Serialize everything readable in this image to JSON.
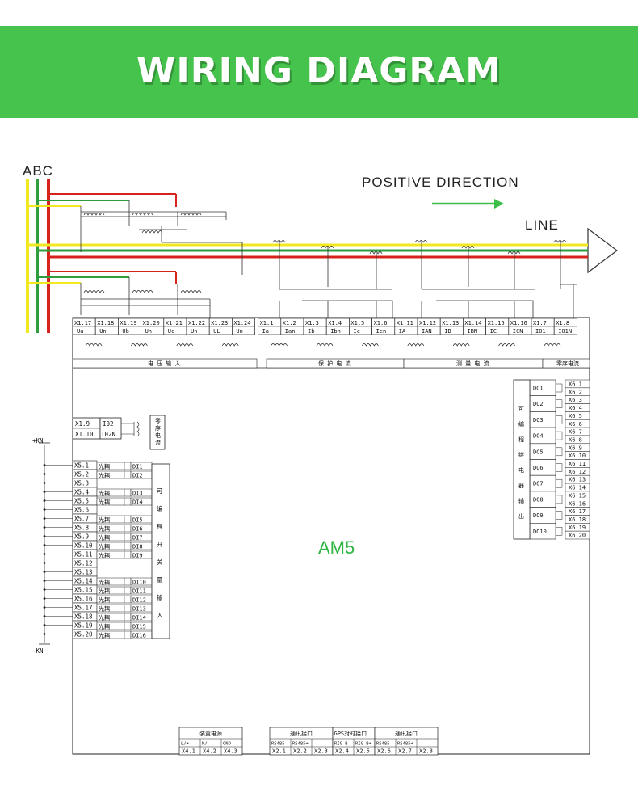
{
  "banner": {
    "title": "WIRING DIAGRAM"
  },
  "labels": {
    "phases": "ABC",
    "positive_direction": "POSITIVE DIRECTION",
    "line": "LINE",
    "device": "AM5",
    "plus_kn": "+KN",
    "minus_kn": "-KN"
  },
  "top_terminals": [
    "X1.17",
    "X1.18",
    "X1.19",
    "X1.20",
    "X1.21",
    "X1.22",
    "X1.23",
    "X1.24",
    "X1.1",
    "X1.2",
    "X1.3",
    "X1.4",
    "X1.5",
    "X1.6",
    "X1.11",
    "X1.12",
    "X1.13",
    "X1.14",
    "X1.15",
    "X1.16",
    "X1.7",
    "X1.8"
  ],
  "top_signals": [
    "Ua",
    "Un",
    "Ub",
    "Un",
    "Uc",
    "Un",
    "UL",
    "Un",
    "Ia",
    "Ian",
    "Ib",
    "Ibn",
    "Ic",
    "Icn",
    "IA",
    "IAN",
    "IB",
    "IBN",
    "IC",
    "ICN",
    "I01",
    "I01N"
  ],
  "groups": [
    "电 压 输 入",
    "保 护 电 流",
    "测 量 电 流",
    "零序电流"
  ],
  "zero_seq": {
    "t1": "X1.9",
    "t2": "X1.10",
    "s1": "I02",
    "s2": "I02N",
    "label": "零序电流"
  },
  "di_terminals": [
    "X5.1",
    "X5.2",
    "X5.3",
    "X5.4",
    "X5.5",
    "X5.6",
    "X5.7",
    "X5.8",
    "X5.9",
    "X5.10",
    "X5.11",
    "X5.12",
    "X5.13",
    "X5.14",
    "X5.15",
    "X5.16",
    "X5.17",
    "X5.18",
    "X5.19",
    "X5.20"
  ],
  "di_inputs": [
    "DI1",
    "DI2",
    "DI3",
    "DI4",
    "DI5",
    "DI6",
    "DI7",
    "DI8",
    "DI9",
    "DI10",
    "DI11",
    "DI12",
    "DI13",
    "DI14",
    "DI15",
    "DI16"
  ],
  "di_coupler": "光耦",
  "di_title": [
    "可",
    "编",
    "程",
    "开",
    "关",
    "量",
    "输",
    "入"
  ],
  "do_outputs": [
    "DO1",
    "DO2",
    "DO3",
    "DO4",
    "DO5",
    "DO6",
    "DO7",
    "DO8",
    "DO9",
    "DO10"
  ],
  "do_terminals": [
    "X6.1",
    "X6.2",
    "X6.3",
    "X6.4",
    "X6.5",
    "X6.6",
    "X6.7",
    "X6.8",
    "X6.9",
    "X6.10",
    "X6.11",
    "X6.12",
    "X6.13",
    "X6.14",
    "X6.15",
    "X6.16",
    "X6.17",
    "X6.18",
    "X6.19",
    "X6.20"
  ],
  "do_title": [
    "可",
    "编",
    "程",
    "继",
    "电",
    "器",
    "输",
    "出"
  ],
  "bottom": {
    "power": {
      "header": "装置电源",
      "signals": [
        "L/+",
        "N/-",
        "GND"
      ],
      "terms": [
        "X4.1",
        "X4.2",
        "X4.3"
      ]
    },
    "comm1": {
      "header": "通讯接口",
      "signals": [
        "RS485-",
        "RS485+"
      ],
      "terms": [
        "X2.1",
        "X2.2",
        "X2.3"
      ]
    },
    "gps": {
      "header": "GPS对时接口",
      "signals": [
        "RIG-B-",
        "RIG-B+"
      ],
      "terms": [
        "X2.4",
        "X2.5"
      ]
    },
    "comm2": {
      "header": "通讯接口",
      "signals": [
        "RS485-",
        "RS485+"
      ],
      "terms": [
        "X2.6",
        "X2.7",
        "X2.8"
      ]
    }
  },
  "colors": {
    "banner": "#46c34c",
    "phase_a": "#f2e81f",
    "phase_b": "#2e9e3c",
    "phase_c": "#d8231d",
    "arrow": "#3cbf4a"
  }
}
